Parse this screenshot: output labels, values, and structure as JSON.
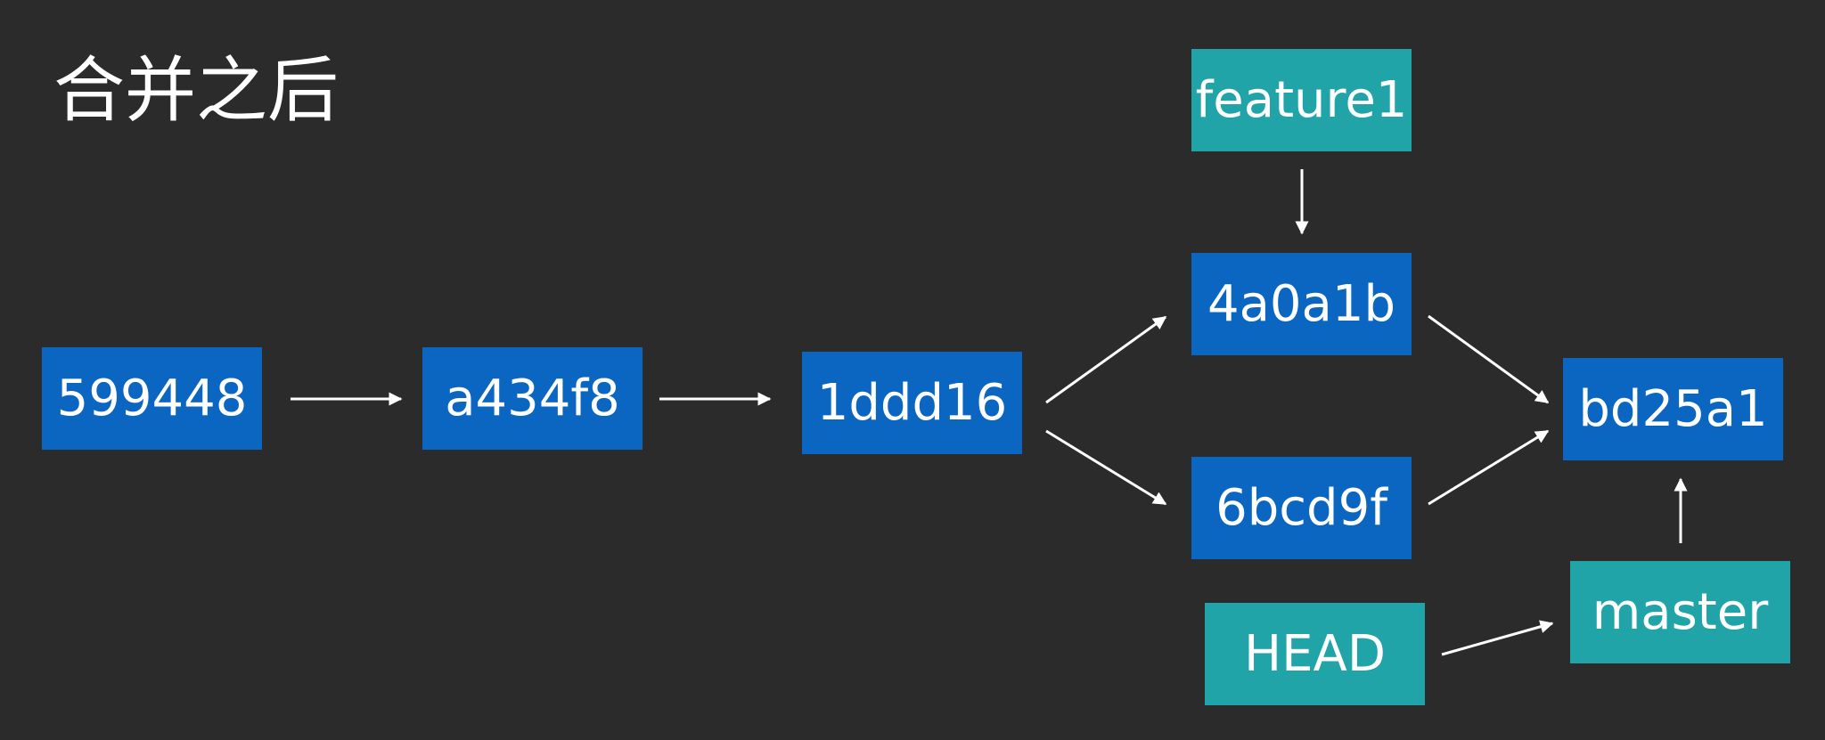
{
  "title": "合并之后",
  "colors": {
    "background": "#2b2b2b",
    "commit": "#0b66c2",
    "ref": "#20a4a8",
    "text": "#ffffff",
    "arrow": "#ffffff"
  },
  "commits": {
    "c1": "599448",
    "c2": "a434f8",
    "c3": "1ddd16",
    "c4": "4a0a1b",
    "c5": "6bcd9f",
    "c6": "bd25a1"
  },
  "refs": {
    "feature1": "feature1",
    "head": "HEAD",
    "master": "master"
  },
  "edges": [
    {
      "from": "599448",
      "to": "a434f8"
    },
    {
      "from": "a434f8",
      "to": "1ddd16"
    },
    {
      "from": "1ddd16",
      "to": "4a0a1b"
    },
    {
      "from": "1ddd16",
      "to": "6bcd9f"
    },
    {
      "from": "4a0a1b",
      "to": "bd25a1"
    },
    {
      "from": "6bcd9f",
      "to": "bd25a1"
    },
    {
      "from": "feature1",
      "to": "4a0a1b"
    },
    {
      "from": "master",
      "to": "bd25a1"
    },
    {
      "from": "HEAD",
      "to": "master"
    }
  ]
}
